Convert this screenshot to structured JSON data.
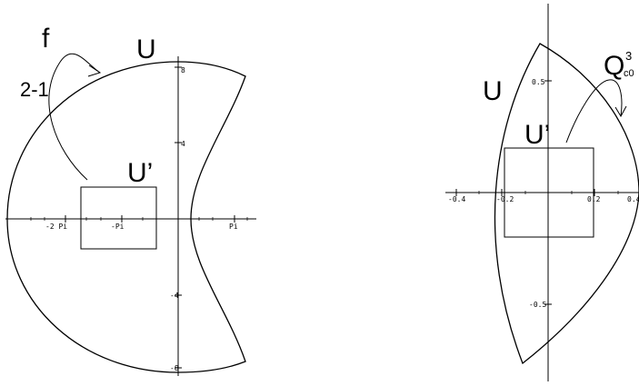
{
  "left_panel": {
    "label_U": "U",
    "label_U_prime": "U’",
    "label_f": "f",
    "label_2_1": "2-1",
    "x_ticks": [
      "-2 Pi",
      "-Pi",
      "Pi"
    ],
    "y_ticks": [
      "8",
      "4",
      "-4",
      "-8"
    ]
  },
  "right_panel": {
    "label_U": "U",
    "label_U_prime": "U’",
    "label_Q": "Q",
    "label_Q_sup": "3",
    "label_Q_sub": "c0",
    "x_ticks": [
      "-0.4",
      "-0.2",
      "0.2",
      "0.4"
    ],
    "y_ticks": [
      "0.5",
      "-0.5"
    ]
  }
}
